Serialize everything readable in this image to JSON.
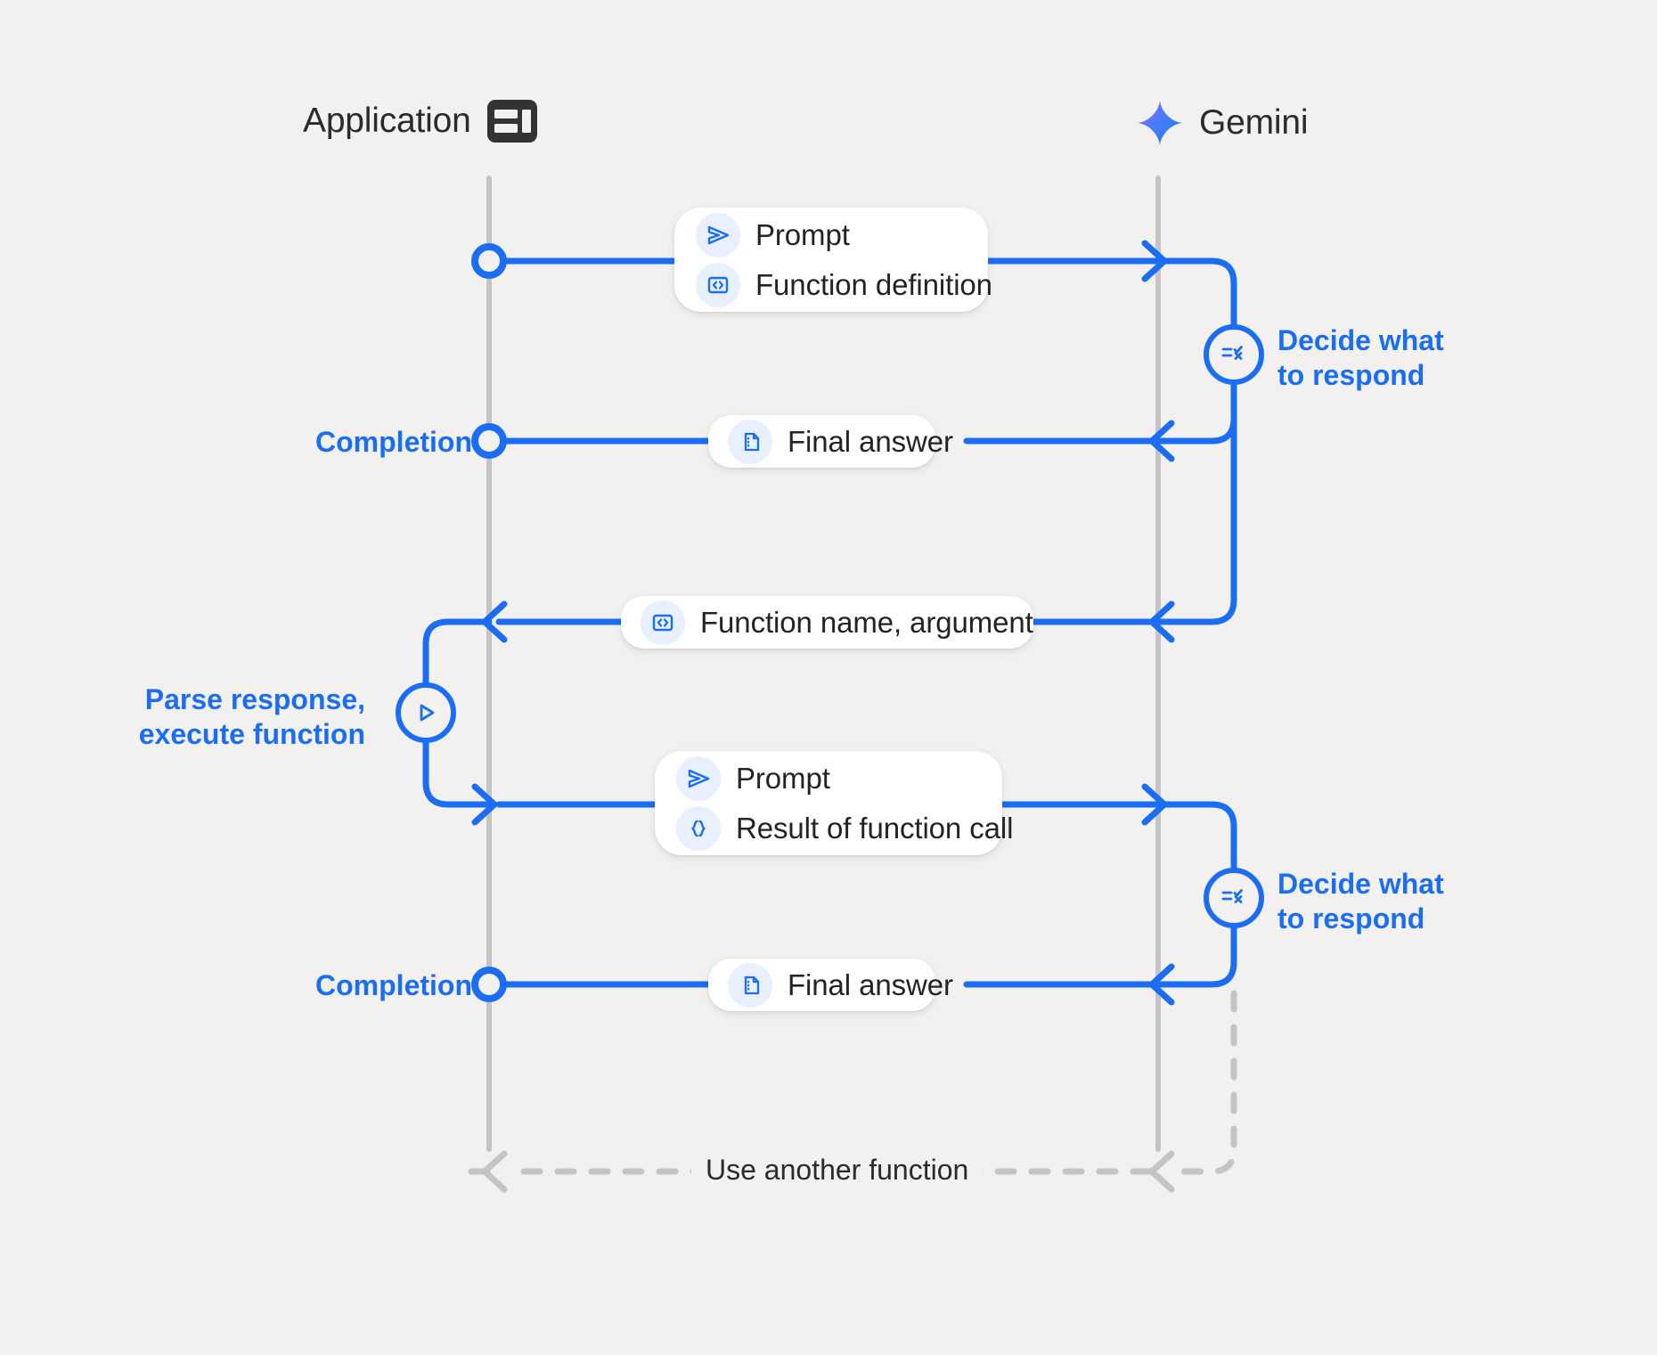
{
  "diagram": {
    "title": "Gemini function calling sequence",
    "background_color": "#f2f1ef",
    "accent_color": "#1b6ef3",
    "text_color": "#232323",
    "muted_color": "#c4c4c4"
  },
  "columns": [
    {
      "id": "application",
      "label": "Application",
      "icon": "application-layout-icon"
    },
    {
      "id": "gemini",
      "label": "Gemini",
      "icon": "gemini-sparkle-icon"
    }
  ],
  "messages": [
    {
      "id": "prompt-function-definition",
      "direction": "application-to-gemini",
      "rows": [
        {
          "icon": "send-prompt-icon",
          "label": "Prompt"
        },
        {
          "icon": "code-brackets-icon",
          "label": "Function definition"
        }
      ]
    },
    {
      "id": "final-answer-1",
      "direction": "gemini-to-application",
      "rows": [
        {
          "icon": "document-icon",
          "label": "Final answer"
        }
      ]
    },
    {
      "id": "function-name-argument",
      "direction": "gemini-to-application",
      "rows": [
        {
          "icon": "code-brackets-icon",
          "label": "Function name,  argument"
        }
      ]
    },
    {
      "id": "prompt-result-of-function-call",
      "direction": "application-to-gemini",
      "rows": [
        {
          "icon": "send-prompt-icon",
          "label": "Prompt"
        },
        {
          "icon": "curly-braces-icon",
          "label": "Result of function call"
        }
      ]
    },
    {
      "id": "final-answer-2",
      "direction": "gemini-to-application",
      "rows": [
        {
          "icon": "document-icon",
          "label": "Final answer"
        }
      ]
    }
  ],
  "process_nodes": [
    {
      "id": "decide-1",
      "side": "gemini",
      "icon": "checklist-decision-icon",
      "label": "Decide what\nto respond"
    },
    {
      "id": "parse-execute",
      "side": "application",
      "icon": "play-triangle-icon",
      "label": "Parse response,\nexecute function"
    },
    {
      "id": "decide-2",
      "side": "gemini",
      "icon": "checklist-decision-icon",
      "label": "Decide what\nto respond"
    }
  ],
  "endpoint_labels": [
    {
      "id": "completion-1",
      "label": "Completion"
    },
    {
      "id": "completion-2",
      "label": "Completion"
    }
  ],
  "loop": {
    "id": "use-another-function-loop",
    "label": "Use another function",
    "style": "dashed",
    "color": "#c4c4c4"
  }
}
